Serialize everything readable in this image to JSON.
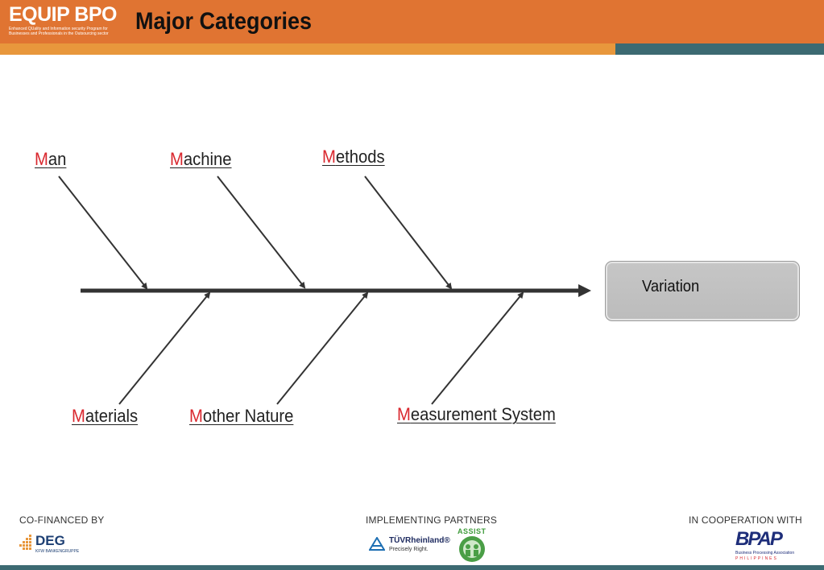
{
  "header": {
    "logo": "EQUIP BPO",
    "logo_tagline": "Enhanced QUality and Information security Program for Businesses and Professionals in the Outsourcing sector",
    "title": "Major Categories"
  },
  "diagram": {
    "causes_top": [
      {
        "initial": "M",
        "rest": "an"
      },
      {
        "initial": "M",
        "rest": "achine"
      },
      {
        "initial": "M",
        "rest": "ethods"
      }
    ],
    "causes_bottom": [
      {
        "initial": "M",
        "rest": "aterials"
      },
      {
        "initial": "M",
        "rest": "other Nature"
      },
      {
        "initial": "M",
        "rest": "easurement System"
      }
    ],
    "effect": "Variation"
  },
  "footer": {
    "cofinanced_label": "CO-FINANCED BY",
    "implementing_label": "IMPLEMENTING PARTNERS",
    "cooperation_label": "IN COOPERATION WITH",
    "deg_name": "DEG",
    "deg_sub": "KFW BANKENGRUPPE",
    "tuv_name": "TÜVRheinland®",
    "tuv_tagline": "Precisely Right.",
    "assist_name": "ASSIST",
    "bpap_name": "BPAP",
    "bpap_sub": "Business Processing Association",
    "bpap_country": "PHILIPPINES"
  },
  "colors": {
    "header": "#e07432",
    "accent_bar": "#e8973c",
    "teal_bar": "#3c6a72",
    "initial_letter": "#d9272e",
    "spine": "#333333",
    "effect_box": "#c2c2c2"
  }
}
